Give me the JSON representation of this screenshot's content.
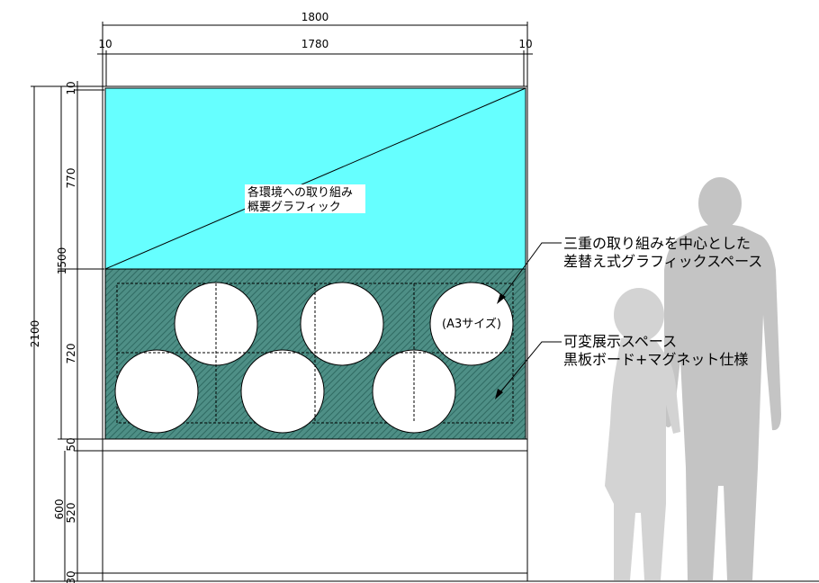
{
  "dimensions": {
    "total_width": "1800",
    "left_margin": "10",
    "inner_width": "1780",
    "right_margin": "10",
    "total_height": "2100",
    "top_margin": "10",
    "graphic_height": "770",
    "upper_height": "1500",
    "display_height": "720",
    "gap_height": "50",
    "lower_height": "600",
    "base_panel_height": "520",
    "bottom_height": "30"
  },
  "labels": {
    "overview_line1": "各環境への取り組み",
    "overview_line2": "概要グラフィック",
    "circle_size": "(A3サイズ)",
    "callout1_line1": "三重の取り組みを中心とした",
    "callout1_line2": "差替え式グラフィックスペース",
    "callout2_line1": "可変展示スペース",
    "callout2_line2": "黒板ボード+マグネット仕様"
  },
  "colors": {
    "graphic_panel": "#66ffff",
    "board_panel": "#4e8f86",
    "hatch": "#2f6a62",
    "silhouette": "#c4c4c4"
  }
}
